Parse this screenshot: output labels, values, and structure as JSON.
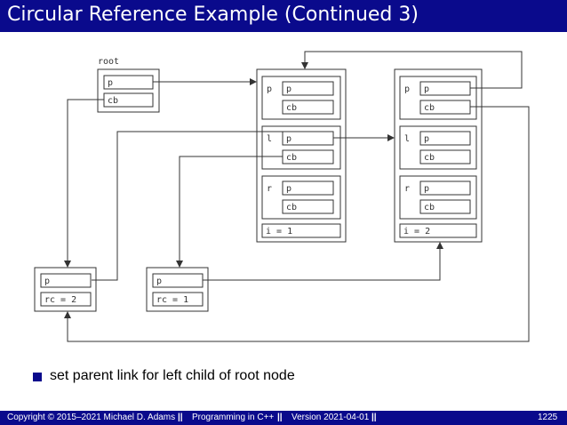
{
  "title": "Circular Reference Example (Continued 3)",
  "diagram": {
    "root_label": "root",
    "field_p": "p",
    "field_cb": "cb",
    "field_l": "l",
    "field_r": "r",
    "node_mid_count": "i = 1",
    "node_right_count": "i = 2",
    "cb_left_count": "rc = 2",
    "cb_right_count": "rc = 1"
  },
  "bullet": "set parent link for left child of root node",
  "footer": {
    "copyright": "Copyright © 2015–2021 Michael D. Adams",
    "course": "Programming in C++",
    "version": "Version 2021-04-01",
    "page": "1225"
  },
  "colors": {
    "accent": "#0a0a8c"
  }
}
